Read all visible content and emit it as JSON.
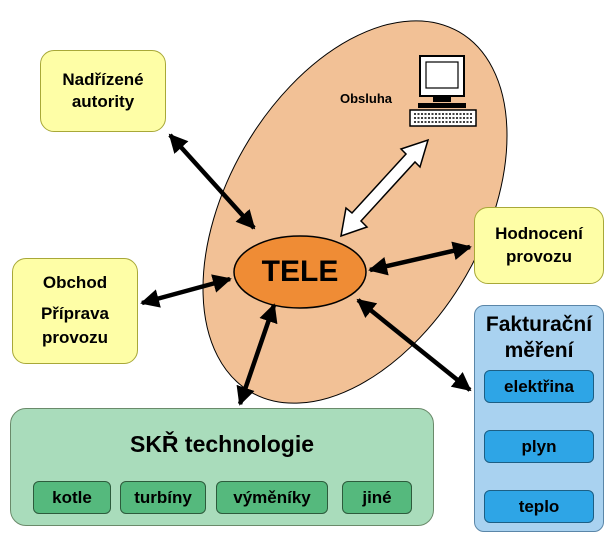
{
  "operator_label": "Obsluha",
  "center_label": "TELE",
  "left_top_box": {
    "lines": [
      "Nadřízené",
      "autority"
    ]
  },
  "left_mid_box": {
    "lines": [
      "Obchod",
      "Příprava",
      "provozu"
    ]
  },
  "right_box": {
    "lines": [
      "Hodnocení",
      "provozu"
    ]
  },
  "technology_panel": {
    "title": "SKŘ technologie",
    "items": [
      "kotle",
      "turbíny",
      "výměníky",
      "jiné"
    ]
  },
  "billing_panel": {
    "title_lines": [
      "Fakturační",
      "měření"
    ],
    "items": [
      "elektřina",
      "plyn",
      "teplo"
    ]
  },
  "colors": {
    "zone": "#f2c196",
    "center": "#ef8c35",
    "yellow": "#fefea6",
    "green_panel": "#a9dcbb",
    "green_item": "#55b97d",
    "blue_panel": "#a9d2f0",
    "blue_item": "#2ea5e6"
  }
}
